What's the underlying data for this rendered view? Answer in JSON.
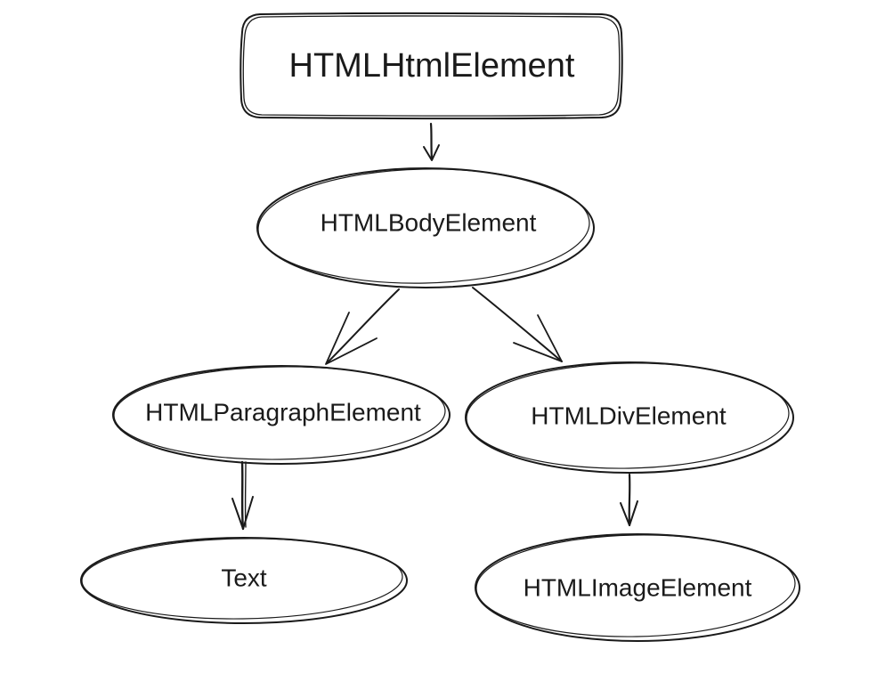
{
  "nodes": {
    "html": {
      "label": "HTMLHtmlElement",
      "shape": "rounded-rectangle"
    },
    "body": {
      "label": "HTMLBodyElement",
      "shape": "ellipse"
    },
    "paragraph": {
      "label": "HTMLParagraphElement",
      "shape": "ellipse"
    },
    "div": {
      "label": "HTMLDivElement",
      "shape": "ellipse"
    },
    "text": {
      "label": "Text",
      "shape": "ellipse"
    },
    "image": {
      "label": "HTMLImageElement",
      "shape": "ellipse"
    }
  },
  "edges": [
    {
      "from": "html",
      "to": "body"
    },
    {
      "from": "body",
      "to": "paragraph"
    },
    {
      "from": "body",
      "to": "div"
    },
    {
      "from": "paragraph",
      "to": "text"
    },
    {
      "from": "div",
      "to": "image"
    }
  ],
  "style": {
    "stroke_color": "#1a1a1a",
    "background": "#ffffff"
  }
}
